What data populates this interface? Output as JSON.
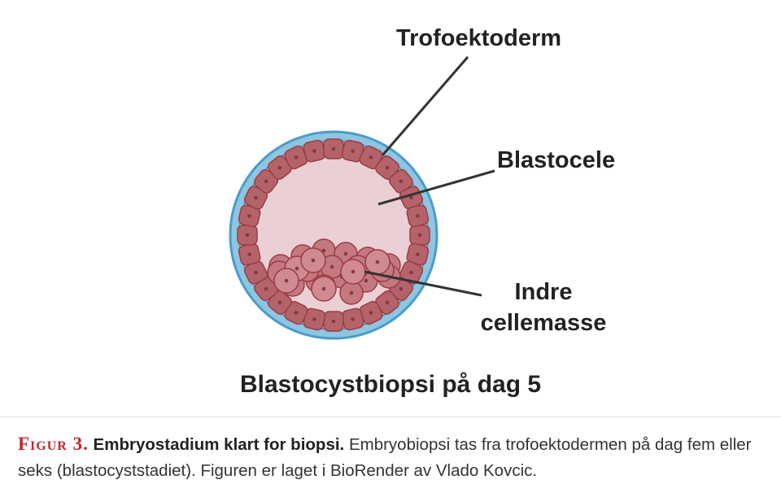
{
  "labels": {
    "trophectoderm": "Trofoektoderm",
    "blastocoel": "Blastocele",
    "icm_line1": "Indre",
    "icm_line2": "cellemasse"
  },
  "title": "Blastocystbiopsi på dag 5",
  "caption": {
    "figure_number": "Figur 3.",
    "bold": "Embryostadium klart for biopsi.",
    "text": "Embryobiopsi tas fra trofoektodermen på dag fem eller seks (blastocyststadiet). Figuren er laget i BioRender av Vlado Kovcic."
  },
  "colors": {
    "zona": "#8ec5e0",
    "zona_edge": "#4a9cc9",
    "cell": "#b5636b",
    "cell_edge": "#9a3c44",
    "cavity": "#ead0d5",
    "icm_cell": "#d08a92",
    "accent": "#c0272d"
  }
}
